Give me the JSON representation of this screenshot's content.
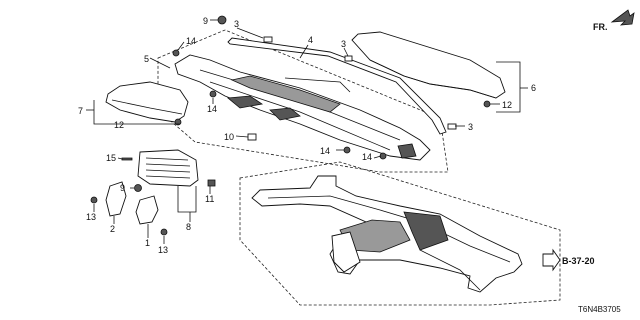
{
  "diagram": {
    "drawing_code": "T6N4B3705",
    "orientation_label": "FR.",
    "reference_label": "B-37-20",
    "callouts": [
      "1",
      "2",
      "3",
      "3",
      "3",
      "4",
      "5",
      "6",
      "7",
      "8",
      "9",
      "9",
      "10",
      "11",
      "12",
      "12",
      "13",
      "13",
      "14",
      "14",
      "14",
      "14",
      "15"
    ]
  }
}
